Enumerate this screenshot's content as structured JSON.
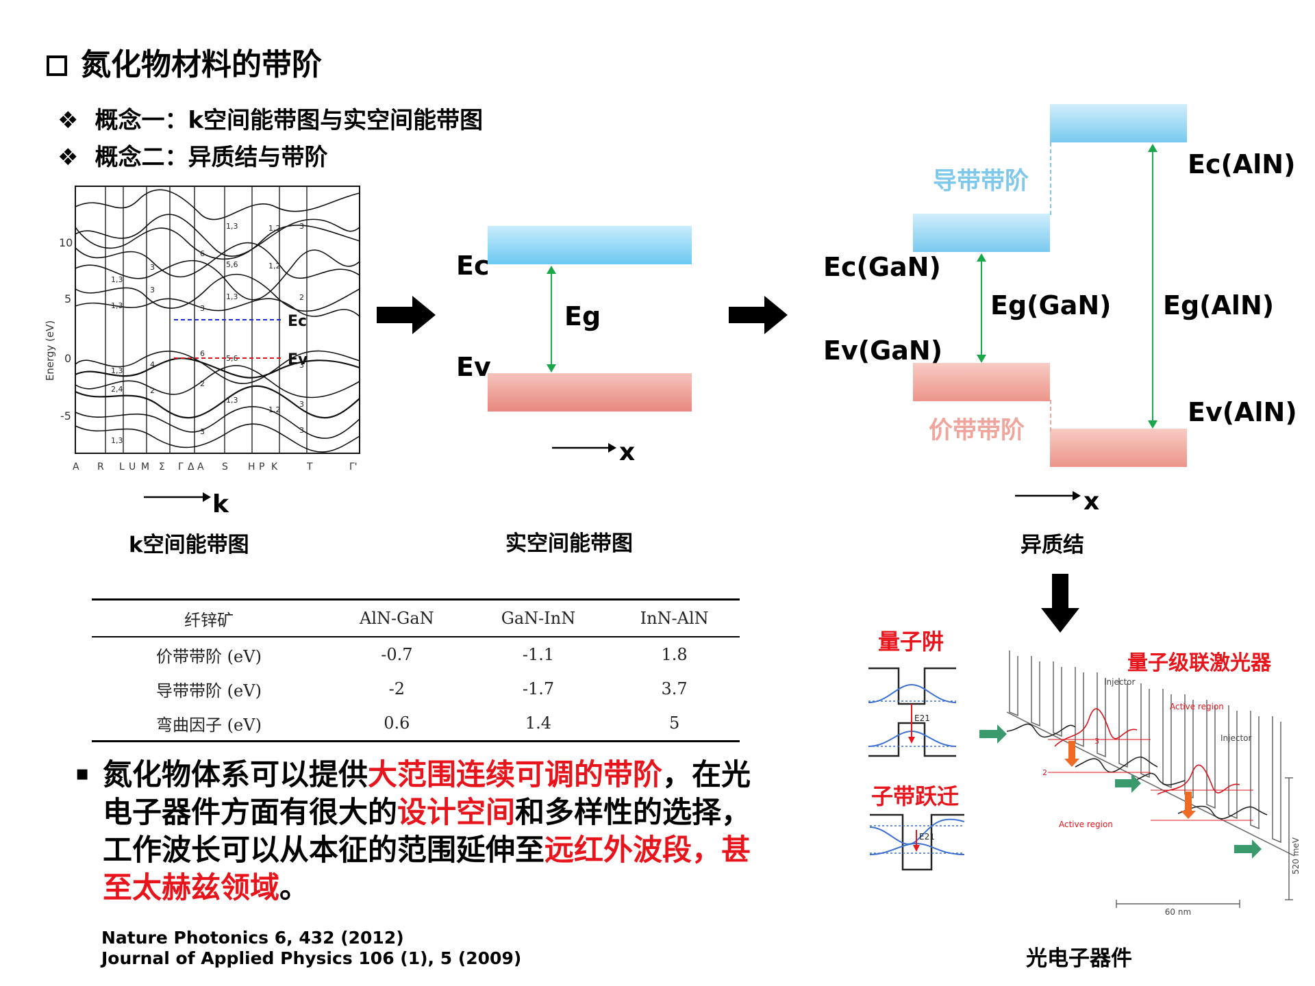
{
  "title": "氮化物材料的带阶",
  "concepts": [
    {
      "label": "概念一：k空间能带图与实空间能带图"
    },
    {
      "label": "概念二：异质结与带阶"
    }
  ],
  "kspace": {
    "ylabel": "Energy (eV)",
    "yticks": [
      "10",
      "5",
      "0",
      "-5"
    ],
    "xticks": [
      "A",
      "R",
      "L",
      "U",
      "M",
      "Σ",
      "Γ",
      "Δ",
      "A",
      "S",
      "H",
      "P",
      "K",
      "T",
      "Γ'"
    ],
    "band_labels": [
      "1,3",
      "1,3",
      "3",
      "6",
      "5,6",
      "1,3",
      "1,2",
      "3",
      "1,3",
      "3",
      "1,2",
      "2",
      "3",
      "6",
      "5,6",
      "4",
      "1,3",
      "2,4",
      "2",
      "1,3",
      "1,2",
      "3",
      "3",
      "1,3",
      "3",
      "2",
      "3"
    ],
    "ec_label": "Ec",
    "ev_label": "Ev",
    "ec_color": "#1b2ccc",
    "ev_color": "#d8141b",
    "axis_label": "k",
    "caption": "k空间能带图"
  },
  "realspace": {
    "ec": "Ec",
    "ev": "Ev",
    "eg": "Eg",
    "axis_label": "x",
    "caption": "实空间能带图"
  },
  "hetero": {
    "conduction_offset_label": "导带带阶",
    "valence_offset_label": "价带带阶",
    "ec_aln": "Ec(AlN)",
    "ec_gan": "Ec(GaN)",
    "eg_gan": "Eg(GaN)",
    "eg_aln": "Eg(AlN)",
    "ev_gan": "Ev(GaN)",
    "ev_aln": "Ev(AlN)",
    "axis_label": "x",
    "caption": "异质结",
    "cb_color": "#7ec8ec",
    "vb_color": "#f0a59c",
    "arrow_color": "#1aa64a"
  },
  "table": {
    "headers": [
      "纤锌矿",
      "AlN-GaN",
      "GaN-InN",
      "InN-AlN"
    ],
    "rows": [
      {
        "label": "价带带阶 (eV)",
        "values": [
          "-0.7",
          "-1.1",
          "1.8"
        ]
      },
      {
        "label": "导带带阶 (eV)",
        "values": [
          "-2",
          "-1.7",
          "3.7"
        ]
      },
      {
        "label": "弯曲因子 (eV)",
        "values": [
          "0.6",
          "1.4",
          "5"
        ]
      }
    ]
  },
  "bullet": {
    "marker": "▪",
    "segments": [
      {
        "text": "氮化物体系可以提供",
        "red": false
      },
      {
        "text": "大范围连续可调的带阶",
        "red": true
      },
      {
        "text": "，在光电子器件方面有很大的",
        "red": false
      },
      {
        "text": "设计空间",
        "red": true
      },
      {
        "text": "和多样性的选择，工作波长可以从本征的范围延伸至",
        "red": false
      },
      {
        "text": "远红外波段，甚至太赫兹领域",
        "red": true
      },
      {
        "text": "。",
        "red": false
      }
    ]
  },
  "references": [
    "Nature Photonics 6, 432 (2012)",
    "Journal of Applied Physics 106 (1), 5 (2009)"
  ],
  "devices": {
    "qw_label": "量子阱",
    "subband_label": "子带跃迁",
    "e21": "E21",
    "qcl_label": "量子级联激光器",
    "injector1": "Injector",
    "injector2": "Injector",
    "active1": "Active region",
    "active2": "Active region",
    "energy_scale": "520 meV",
    "length_scale": "60 nm",
    "level_labels": [
      "3",
      "2"
    ],
    "caption": "光电子器件"
  }
}
